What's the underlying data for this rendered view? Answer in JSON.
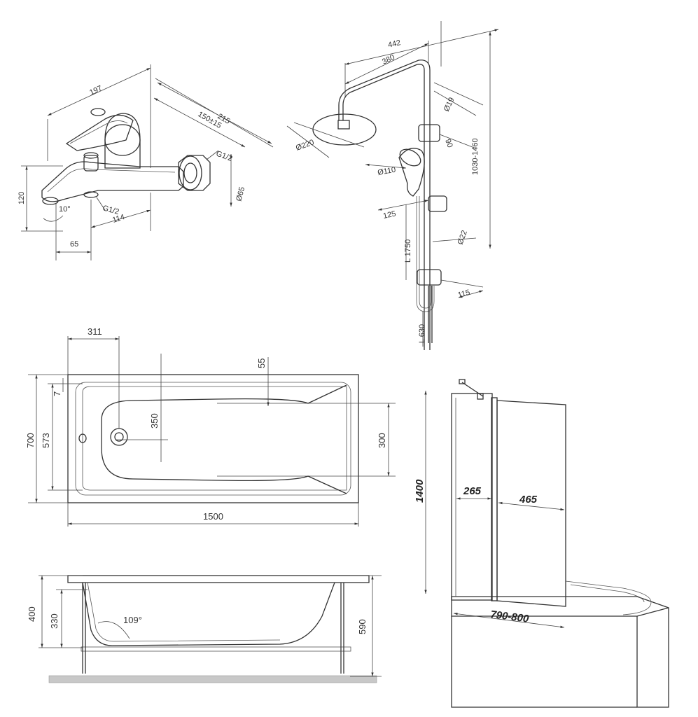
{
  "faucet": {
    "dims": [
      "197",
      "215",
      "150±15",
      "120",
      "G1/2",
      "G1/2",
      "10°",
      "Ø65",
      "65",
      "114"
    ]
  },
  "shower": {
    "dims": [
      "442",
      "380",
      "Ø19",
      "1030-1460",
      "Ø220",
      "90",
      "Ø110",
      "125",
      "L 1750",
      "Ø22",
      "115",
      "L 630"
    ]
  },
  "tub_plan": {
    "dims": [
      "311",
      "55",
      "7",
      "350",
      "700",
      "573",
      "300",
      "1500"
    ]
  },
  "tub_side": {
    "dims": [
      "400",
      "330",
      "109°",
      "590"
    ]
  },
  "screen": {
    "dims": [
      "1400",
      "265",
      "465",
      "790-800"
    ]
  }
}
